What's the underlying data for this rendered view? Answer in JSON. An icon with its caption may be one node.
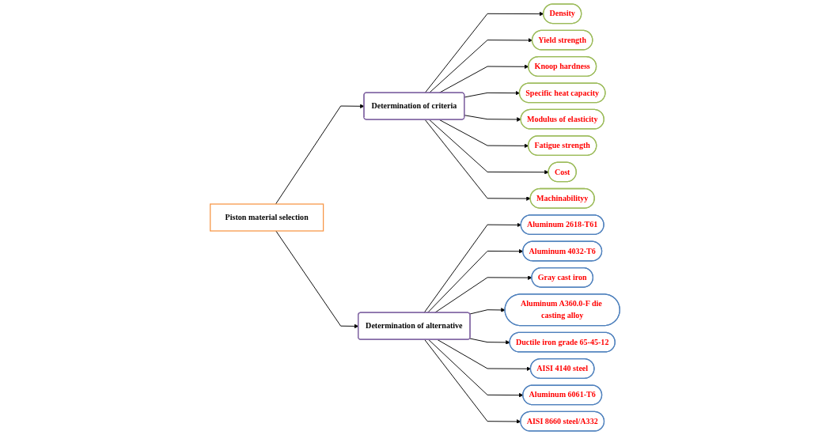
{
  "diagram": {
    "nodes": [
      {
        "text": [
          "Piston material selection"
        ]
      },
      {
        "text": [
          "Determination of criteria"
        ]
      },
      {
        "text": [
          "Density"
        ]
      },
      {
        "text": [
          "Yield strength"
        ]
      },
      {
        "text": [
          "Knoop hardness"
        ]
      },
      {
        "text": [
          "Specific heat capacity"
        ]
      },
      {
        "text": [
          "Modulus of elasticity"
        ]
      },
      {
        "text": [
          "Fatigue strength"
        ]
      },
      {
        "text": [
          "Cost"
        ]
      },
      {
        "text": [
          "Machinabilityy"
        ]
      },
      {
        "text": [
          "Determination of alternative"
        ]
      },
      {
        "text": [
          "Aluminum 2618-T61"
        ]
      },
      {
        "text": [
          "Aluminum 4032-T6"
        ]
      },
      {
        "text": [
          "Gray cast iron"
        ]
      },
      {
        "text": [
          "Aluminum A360.0-F die casting alloy"
        ]
      },
      {
        "text": [
          "Ductile iron grade 65-45-12"
        ]
      },
      {
        "text": [
          "AISI 4140 steel"
        ]
      },
      {
        "text": [
          "Aluminum 6061-T6"
        ]
      },
      {
        "text": [
          "AISI 8660 steel/A332"
        ]
      }
    ],
    "edges": [
      {
        "from": 0,
        "to": 1,
        "arrow": "to"
      },
      {
        "from": 0,
        "to": 10,
        "arrow": "to"
      },
      {
        "from": 1,
        "to": 2,
        "arrow": "to"
      },
      {
        "from": 1,
        "to": 3,
        "arrow": "to"
      },
      {
        "from": 1,
        "to": 4,
        "arrow": "to"
      },
      {
        "from": 1,
        "to": 5,
        "arrow": "to"
      },
      {
        "from": 1,
        "to": 6,
        "arrow": "to"
      },
      {
        "from": 1,
        "to": 7,
        "arrow": "to"
      },
      {
        "from": 1,
        "to": 8,
        "arrow": "to"
      },
      {
        "from": 1,
        "to": 9,
        "arrow": "to"
      },
      {
        "from": 10,
        "to": 11,
        "arrow": "to"
      },
      {
        "from": 10,
        "to": 12,
        "arrow": "to"
      },
      {
        "from": 10,
        "to": 13,
        "arrow": "to"
      },
      {
        "from": 10,
        "to": 14,
        "arrow": "to"
      },
      {
        "from": 10,
        "to": 15,
        "arrow": "to"
      },
      {
        "from": 10,
        "to": 16,
        "arrow": "to"
      },
      {
        "from": 10,
        "to": 17,
        "arrow": "to"
      },
      {
        "from": 10,
        "to": 18,
        "arrow": "to"
      }
    ]
  }
}
